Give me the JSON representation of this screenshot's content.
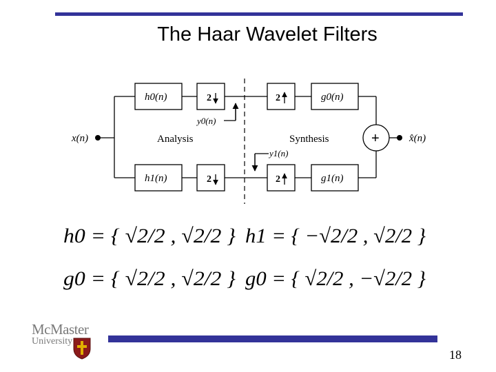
{
  "slide": {
    "title": "The Haar Wavelet Filters",
    "page_number": "18"
  },
  "logo": {
    "name": "McMaster",
    "subtitle": "University"
  },
  "colors": {
    "rule": "#333399",
    "crest_red": "#8b1a1a",
    "crest_gold": "#e0b000"
  },
  "diagram": {
    "input": "x(n)",
    "output": "x̂(n)",
    "blocks": {
      "h0": "h0(n)",
      "h1": "h1(n)",
      "g0": "g0(n)",
      "g1": "g1(n)",
      "down_top": "2",
      "down_bottom": "2",
      "up_top": "2",
      "up_bottom": "2"
    },
    "signals": {
      "y0": "y0(n)",
      "y1": "y1(n)"
    },
    "labels": {
      "analysis": "Analysis",
      "synthesis": "Synthesis",
      "sum": "+"
    }
  },
  "equations": {
    "row1_left": "h0 = { √2/2 , √2/2 }",
    "row1_right": "h1 = { −√2/2 , √2/2 }",
    "row2_left": "g0 = { √2/2 , √2/2 }",
    "row2_right": "g0 = { √2/2 , −√2/2 }"
  }
}
